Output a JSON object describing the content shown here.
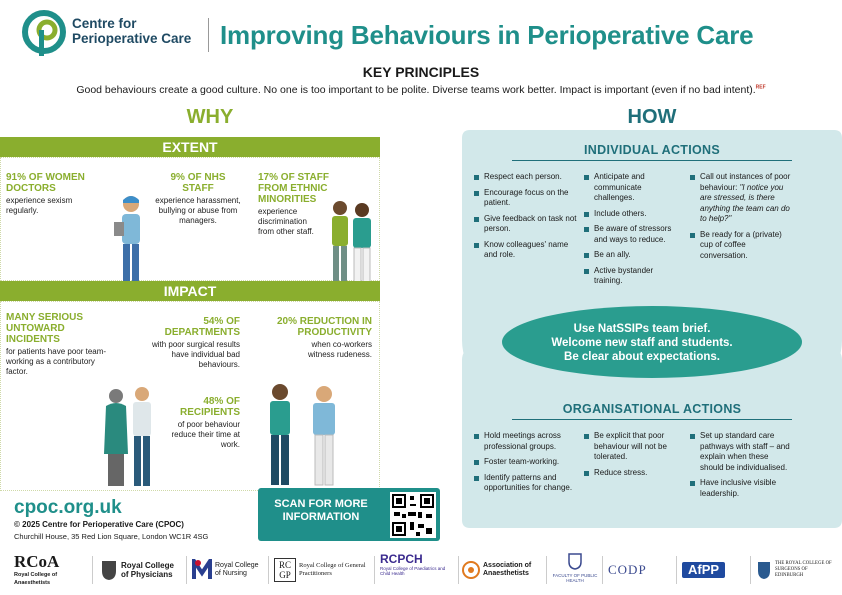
{
  "header": {
    "org_name": "Centre for Perioperative Care",
    "title": "Improving Behaviours in Perioperative Care"
  },
  "key_principles": {
    "heading": "KEY PRINCIPLES",
    "intro": "Good behaviours create a good culture. No one is too important to be polite. Diverse teams work better. Impact is important (even if no bad intent).",
    "ref": "REF"
  },
  "why": {
    "title": "WHY",
    "extent_label": "EXTENT",
    "impact_label": "IMPACT",
    "extent": [
      {
        "heading": "91% OF WOMEN DOCTORS",
        "body": "experience sexism regularly."
      },
      {
        "heading": "9% OF NHS STAFF",
        "body": "experience harassment, bullying or abuse from managers."
      },
      {
        "heading": "17% OF STAFF FROM ETHNIC MINORITIES",
        "body": "experience discrimination from other staff."
      }
    ],
    "impact": [
      {
        "heading": "MANY SERIOUS UNTOWARD INCIDENTS",
        "body": "for patients have poor team-working as a contributory factor."
      },
      {
        "heading": "54% OF DEPARTMENTS",
        "body": "with poor surgical results have individual bad behaviours."
      },
      {
        "heading": "20% REDUCTION IN PRODUCTIVITY",
        "body": "when co-workers witness rudeness."
      },
      {
        "heading": "48% OF RECIPIENTS",
        "body": "of poor behaviour reduce their time at work."
      }
    ]
  },
  "how": {
    "title": "HOW",
    "individual_heading": "INDIVIDUAL ACTIONS",
    "individual_col1": [
      "Respect each person.",
      "Encourage focus on the patient.",
      "Give feedback on task not person.",
      "Know colleagues' name and role."
    ],
    "individual_col2": [
      "Anticipate and communicate challenges.",
      "Include others.",
      "Be aware of stressors and ways to reduce.",
      "Be an ally.",
      "Active bystander training."
    ],
    "individual_col3_a": "Call out instances of poor behaviour:",
    "individual_col3_quote": "\"I notice you are stressed, is there anything the team can do to help?\"",
    "individual_col3_b": "Be ready for a (private) cup of coffee conversation.",
    "ellipse_line1": "Use NatSSIPs team brief.",
    "ellipse_line2": "Welcome new staff and students.",
    "ellipse_line3": "Be clear about expectations.",
    "organisational_heading": "ORGANISATIONAL ACTIONS",
    "organisational_col1": [
      "Hold meetings across professional groups.",
      "Foster team-working.",
      "Identify patterns and opportunities for change."
    ],
    "organisational_col2": [
      "Be explicit that poor behaviour will not be tolerated.",
      "Reduce stress."
    ],
    "organisational_col3": [
      "Set up standard care pathways with staff – and explain when these should be individualised.",
      "Have inclusive visible leadership."
    ]
  },
  "footer": {
    "url": "cpoc.org.uk",
    "copyright": "© 2025 Centre for Perioperative Care (CPOC)",
    "address": "Churchill House, 35 Red Lion Square, London WC1R 4SG",
    "scan": "SCAN FOR MORE INFORMATION"
  },
  "logos": {
    "rcoa": "RCoA",
    "rcoa_sub": "Royal College of Anaesthetists",
    "rcp": "Royal College of Physicians",
    "rcn": "Royal College of Nursing",
    "rcgp": "RC GP",
    "rcgp_name": "Royal College of General Practitioners",
    "rcpch": "RCPCH",
    "rcpch_sub": "Royal College of Paediatrics and Child Health",
    "aoa": "Association of Anaesthetists",
    "fph": "FACULTY OF PUBLIC HEALTH",
    "codp": "CODP",
    "afpp": "AfPP",
    "rcse": "THE ROYAL COLLEGE OF SURGEONS OF EDINBURGH"
  },
  "colors": {
    "teal": "#1f8f8a",
    "olive": "#8aae2e",
    "how_bg": "#d2e8ea",
    "navy": "#1f4a63"
  }
}
